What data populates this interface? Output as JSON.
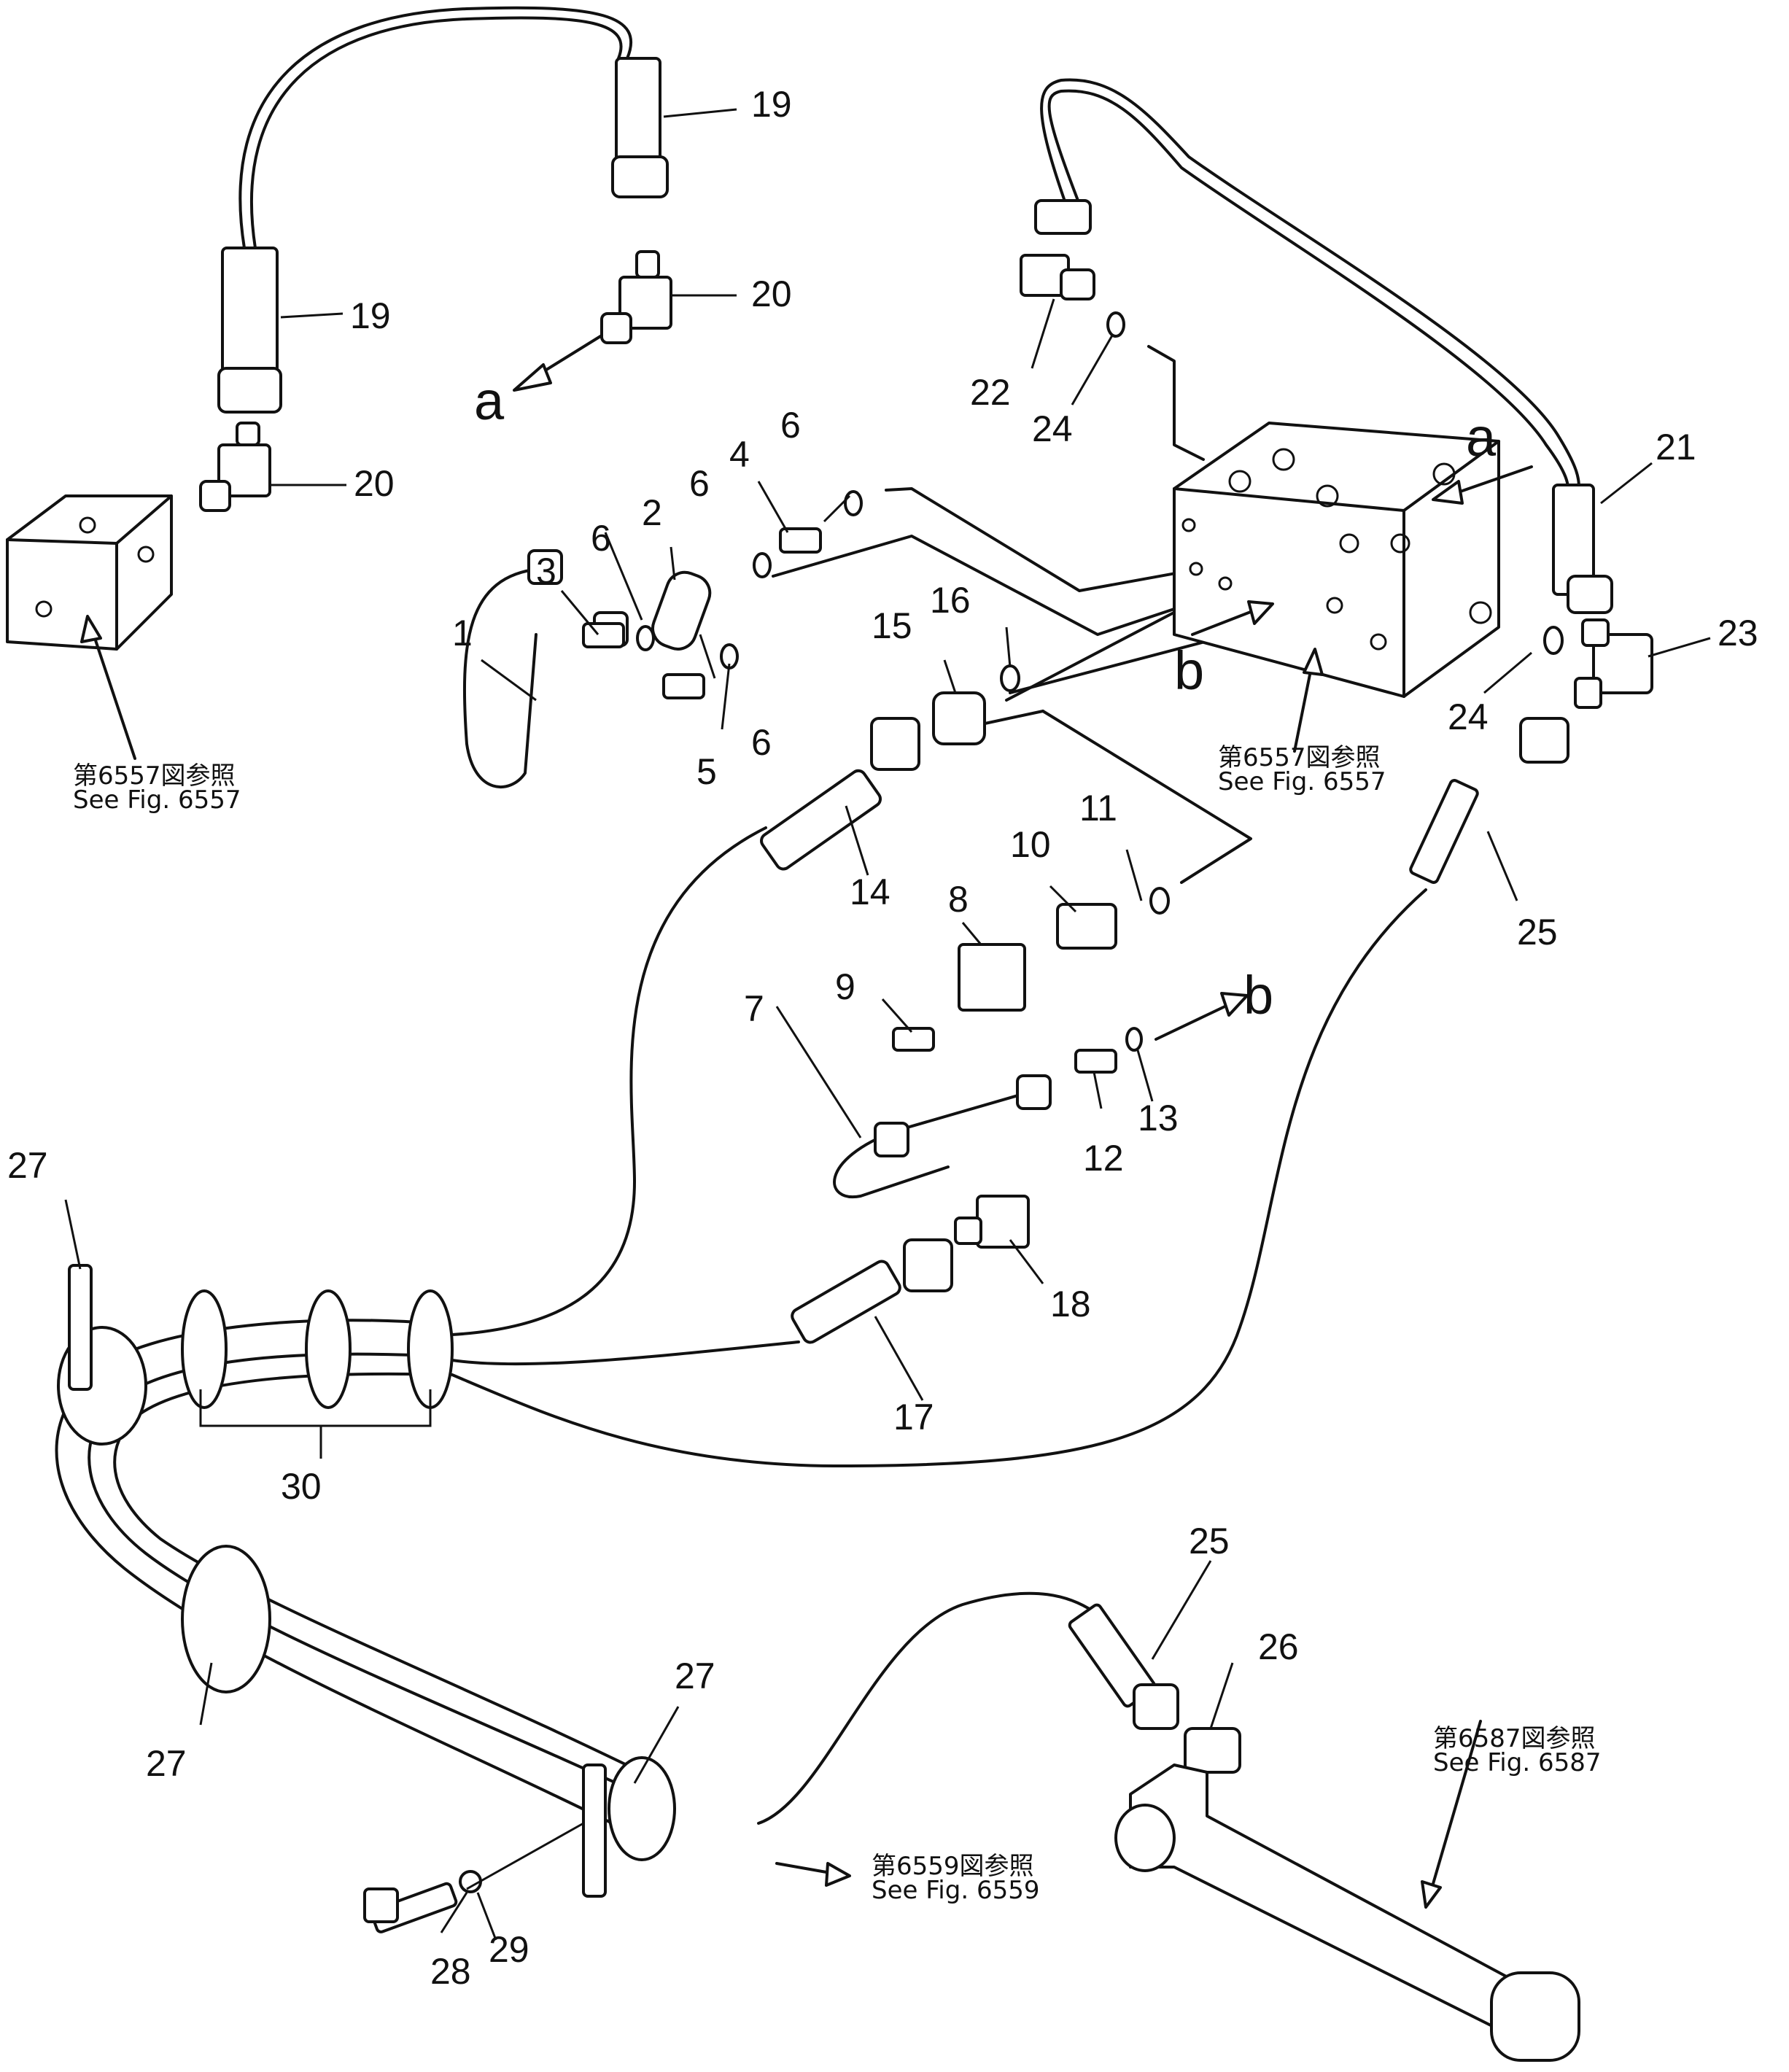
{
  "part_numbers": [
    "1",
    "2",
    "3",
    "4",
    "5",
    "6",
    "7",
    "8",
    "9",
    "10",
    "11",
    "12",
    "13",
    "14",
    "15",
    "16",
    "17",
    "18",
    "19",
    "20",
    "21",
    "22",
    "23",
    "24",
    "25",
    "26",
    "27",
    "28",
    "29",
    "30"
  ],
  "callouts": {
    "p1": "1",
    "p2": "2",
    "p3": "3",
    "p4": "4",
    "p5": "5",
    "p6a": "6",
    "p6b": "6",
    "p6c": "6",
    "p6d": "6",
    "p7": "7",
    "p8": "8",
    "p9": "9",
    "p10": "10",
    "p11": "11",
    "p12": "12",
    "p13": "13",
    "p14": "14",
    "p15": "15",
    "p16": "16",
    "p17": "17",
    "p18": "18",
    "p19a": "19",
    "p19b": "19",
    "p20a": "20",
    "p20b": "20",
    "p21": "21",
    "p22": "22",
    "p23": "23",
    "p24a": "24",
    "p24b": "24",
    "p25a": "25",
    "p25b": "25",
    "p26": "26",
    "p27a": "27",
    "p27b": "27",
    "p27c": "27",
    "p28": "28",
    "p29": "29",
    "p30": "30"
  },
  "connection_markers": {
    "a1": "a",
    "a2": "a",
    "b1": "b",
    "b2": "b"
  },
  "references": {
    "fig6557_left": {
      "jp": "第6557図参照",
      "en": "See  Fig.  6557"
    },
    "fig6557_right": {
      "jp": "第6557図参照",
      "en": "See  Fig.  6557"
    },
    "fig6559": {
      "jp": "第6559図参照",
      "en": "See  Fig.  6559"
    },
    "fig6587": {
      "jp": "第6587図参照",
      "en": "See  Fig.  6587"
    }
  },
  "style": {
    "ink": "#111111",
    "paper": "#ffffff"
  }
}
